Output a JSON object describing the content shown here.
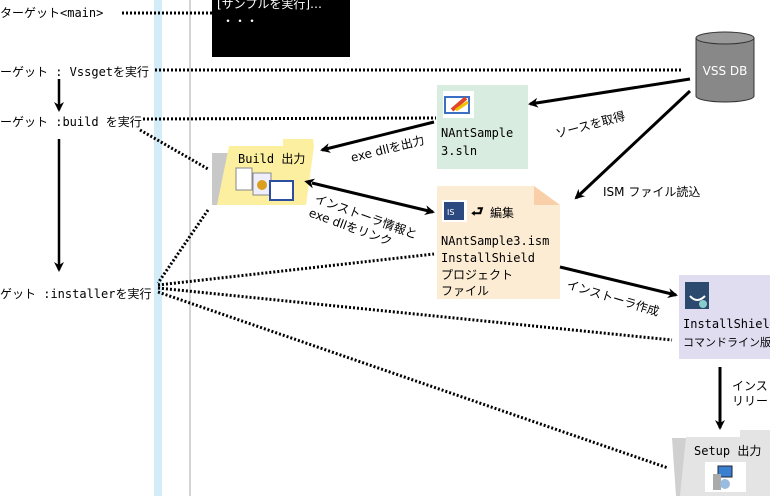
{
  "targets": {
    "main": "ターゲット<main>",
    "vssget": "ーゲット : Vssgetを実行",
    "build": "ーゲット :build を実行",
    "installer": "ゲット :installerを実行"
  },
  "console": {
    "line1": "[サンプルを実行]…",
    "line2": "・・・"
  },
  "vss": {
    "label": "VSS DB",
    "color": "#888888"
  },
  "sln": {
    "line1": "NAntSample",
    "line2": "3.sln",
    "color": "#d9ece0"
  },
  "build_output": {
    "label": "Build 出力",
    "color": "#fcf0a0"
  },
  "ism": {
    "edit_label": "編集",
    "line1": "NAntSample3.ism",
    "line2": "InstallShield",
    "line3": "プロジェクト",
    "line4": "ファイル",
    "color": "#fdecd4"
  },
  "installshield": {
    "line1": "InstallShield",
    "line2": "コマンドライン版",
    "color": "#e0ddf0"
  },
  "setup_output": {
    "label": "Setup 出力",
    "color": "#e4e4e4"
  },
  "edges": {
    "get_source": "ソースを取得",
    "read_ism": "ISM ファイル読込",
    "output_exe": "exe dllを出力",
    "link1": "インストーラ情報と",
    "link2": "exe dllをリンク",
    "create_installer": "インストーラ作成",
    "release1": "インス",
    "release2": "リリー"
  }
}
